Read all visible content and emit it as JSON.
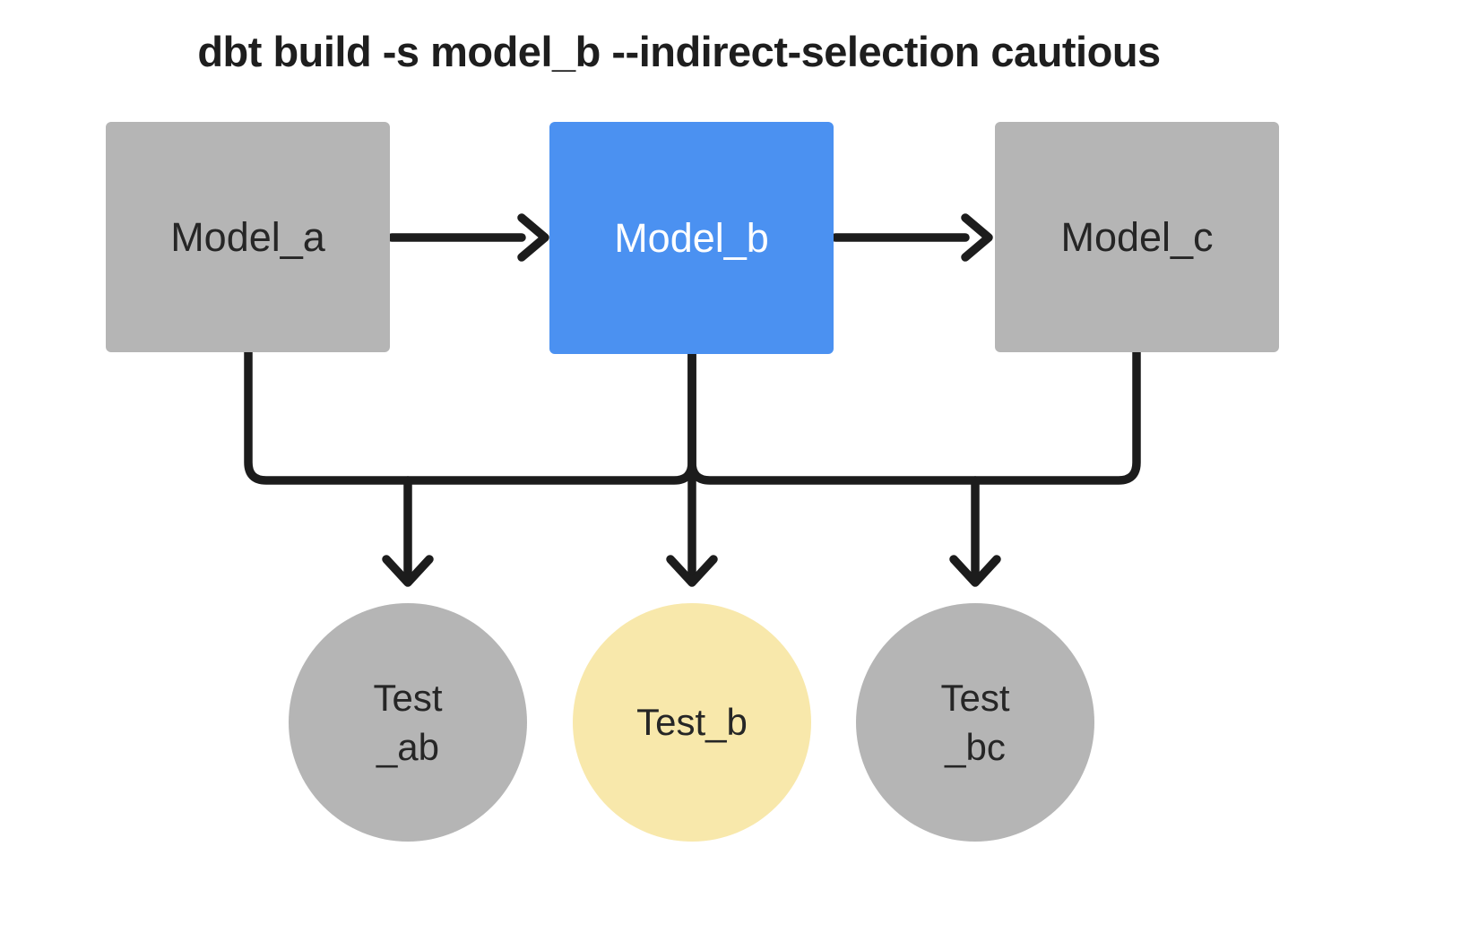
{
  "title": "dbt build -s model_b --indirect-selection cautious",
  "colors": {
    "gray": "#b5b5b5",
    "blue": "#4b91f1",
    "yellow": "#f8e8ab",
    "line": "#1c1c1c",
    "text-dark": "#1e1e1e",
    "text-light": "#ffffff",
    "bg": "#ffffff"
  },
  "nodes": {
    "model_a": {
      "label": "Model_a"
    },
    "model_b": {
      "label": "Model_b"
    },
    "model_c": {
      "label": "Model_c"
    },
    "test_ab": {
      "lines": [
        "Test",
        "_ab"
      ]
    },
    "test_b": {
      "lines": [
        "Test_b"
      ]
    },
    "test_bc": {
      "lines": [
        "Test",
        "_bc"
      ]
    }
  },
  "edges": [
    {
      "from": "model_a",
      "to": "model_b"
    },
    {
      "from": "model_b",
      "to": "model_c"
    },
    {
      "from": "model_a",
      "to": "test_ab"
    },
    {
      "from": "model_b",
      "to": "test_ab"
    },
    {
      "from": "model_b",
      "to": "test_b"
    },
    {
      "from": "model_b",
      "to": "test_bc"
    },
    {
      "from": "model_c",
      "to": "test_bc"
    }
  ]
}
